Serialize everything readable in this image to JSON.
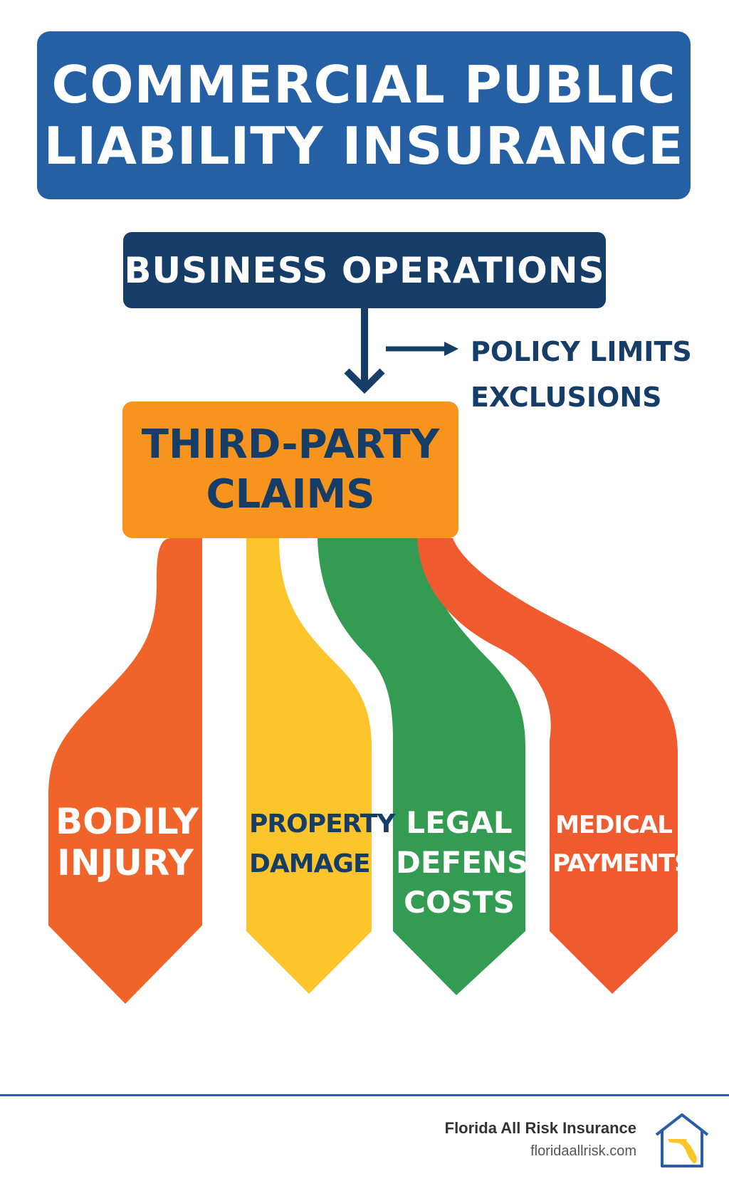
{
  "title": {
    "line1": "COMMERCIAL PUBLIC",
    "line2": "LIABILITY INSURANCE"
  },
  "operations": {
    "label": "BUSINESS OPERATIONS"
  },
  "side_note": {
    "line1": "POLICY LIMITS",
    "line2": "EXCLUSIONS"
  },
  "claims": {
    "line1": "THIRD-PARTY",
    "line2": "CLAIMS"
  },
  "branches": [
    {
      "lines": [
        "BODILY",
        "INJURY"
      ],
      "color": "#f0642a",
      "text_color": "#ffffff"
    },
    {
      "lines": [
        "PROPERTY",
        "DAMAGE"
      ],
      "color": "#fbc52b",
      "text_color": "#163d68"
    },
    {
      "lines": [
        "LEGAL",
        "DEFENSE",
        "COSTS"
      ],
      "color": "#349b52",
      "text_color": "#ffffff"
    },
    {
      "lines": [
        "MEDICAL",
        "PAYMENTS"
      ],
      "color": "#ef5a2e",
      "text_color": "#ffffff"
    }
  ],
  "footer": {
    "company": "Florida All Risk Insurance",
    "url": "floridaallrisk.com",
    "logo_icon": "house-florida-icon"
  },
  "colors": {
    "title_bg": "#2560a5",
    "operations_bg": "#163d68",
    "claims_bg": "#f7941d",
    "arrow": "#163d68",
    "footer_rule": "#2a5fa8"
  }
}
